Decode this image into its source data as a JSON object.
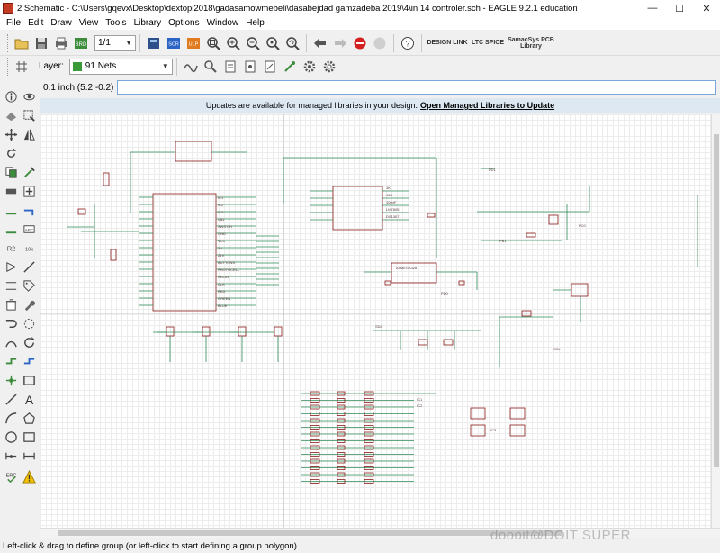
{
  "window": {
    "title": "2 Schematic - C:\\Users\\gqevx\\Desktop\\dextopi2018\\gadasamowmebeli\\dasabejdad gamzadeba 2019\\4\\in 14 controler.sch - EAGLE 9.2.1 education",
    "minimize": "—",
    "maximize": "☐",
    "close": "✕"
  },
  "menu": [
    "File",
    "Edit",
    "Draw",
    "View",
    "Tools",
    "Library",
    "Options",
    "Window",
    "Help"
  ],
  "toolbar1": {
    "sheet_value": "1/1",
    "scr_label": "SCR",
    "ulp_label": "ULP",
    "brd_label": "BRD",
    "logos": {
      "design_link": "DESIGN LINK",
      "ltspice": "LTC SPICE",
      "samacsys": "SamacSys PCB Library"
    }
  },
  "toolbar2": {
    "layer_label": "Layer:",
    "layer_value": "91 Nets",
    "layer_color": "#3a9a3a"
  },
  "command": {
    "coordinate": "0.1 inch (5.2 -0.2)",
    "input_value": ""
  },
  "banner": {
    "text": "Updates are available for managed libraries in your design.",
    "link": "Open Managed Libraries to Update"
  },
  "schematic": {
    "labels": [
      "IC1",
      "IC2",
      "IC3",
      "U$1",
      "SWITCH",
      "GND",
      "VCC",
      "5V",
      "24V",
      "BUTTONS",
      "PHOTOCELL",
      "RELAY",
      "CLK",
      "RED",
      "GREEN",
      "BLUE",
      "1K",
      "10K",
      "100nF",
      "LM7805",
      "DS1307",
      "ATMEGA328",
      "PD0",
      "PD1",
      "PB1",
      "PC0",
      "SDA",
      "SCL"
    ],
    "net_color": "#2e8b57",
    "part_color": "#8b1a1a"
  },
  "status": {
    "text": "Left-click & drag to define group (or left-click to start defining a group polygon)"
  },
  "watermark": "doooit@DOIT SUPER"
}
